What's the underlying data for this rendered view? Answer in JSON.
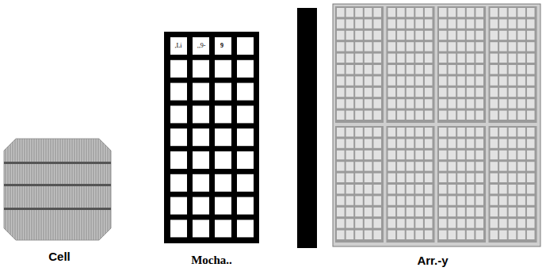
{
  "diagram": {
    "labels": [
      "Cell",
      ",Li",
      ",,9-",
      "9",
      "Mocha..",
      "Arr.-y"
    ]
  }
}
